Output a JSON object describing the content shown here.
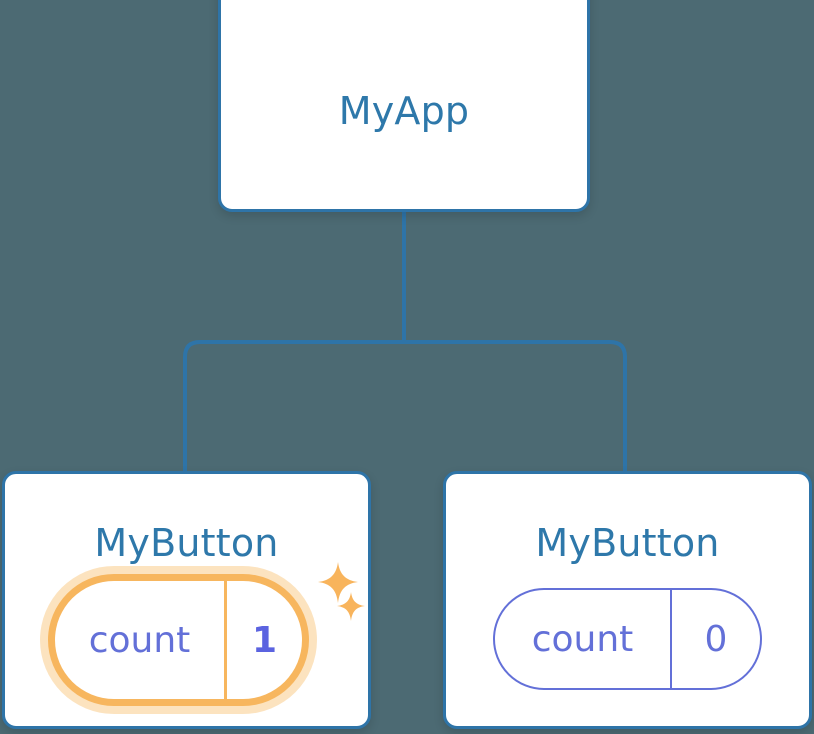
{
  "diagram": {
    "type": "component-tree",
    "background_color": "#4c6a73",
    "node_border_color": "#2e74a8",
    "node_title_color": "#2e78aa",
    "state_color": "#6370d8",
    "highlight_color": "#f7b65e",
    "highlight_glow_color": "rgba(247,181,86,0.38)"
  },
  "root": {
    "title": "MyApp"
  },
  "children": [
    {
      "title": "MyButton",
      "state": {
        "key": "count",
        "value": "1"
      },
      "highlighted": true,
      "sparkles": [
        "sparkle-large",
        "sparkle-small"
      ]
    },
    {
      "title": "MyButton",
      "state": {
        "key": "count",
        "value": "0"
      },
      "highlighted": false
    }
  ],
  "edges": [
    {
      "from": "root",
      "to": "children.0"
    },
    {
      "from": "root",
      "to": "children.1"
    }
  ]
}
